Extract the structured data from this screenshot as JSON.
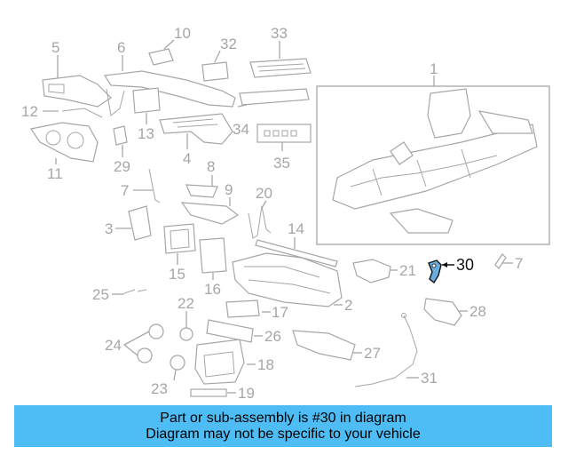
{
  "callouts": {
    "c1": "1",
    "c2": "2",
    "c3": "3",
    "c4": "4",
    "c5": "5",
    "c6": "6",
    "c7a": "7",
    "c7b": "7",
    "c8": "8",
    "c9": "9",
    "c10": "10",
    "c11": "11",
    "c12": "12",
    "c13": "13",
    "c14": "14",
    "c15": "15",
    "c16": "16",
    "c17": "17",
    "c18": "18",
    "c19": "19",
    "c20": "20",
    "c21": "21",
    "c22": "22",
    "c23": "23",
    "c24": "24",
    "c25": "25",
    "c26": "26",
    "c27": "27",
    "c28": "28",
    "c29": "29",
    "c30": "30",
    "c31": "31",
    "c32": "32",
    "c33": "33",
    "c34": "34",
    "c35": "35"
  },
  "highlight": {
    "part": "30",
    "color": "#6aaede"
  },
  "banner": {
    "line1": "Part or sub-assembly is #30 in diagram",
    "line2": "Diagram may not be specific to your vehicle",
    "background": "#4fbdf5"
  }
}
